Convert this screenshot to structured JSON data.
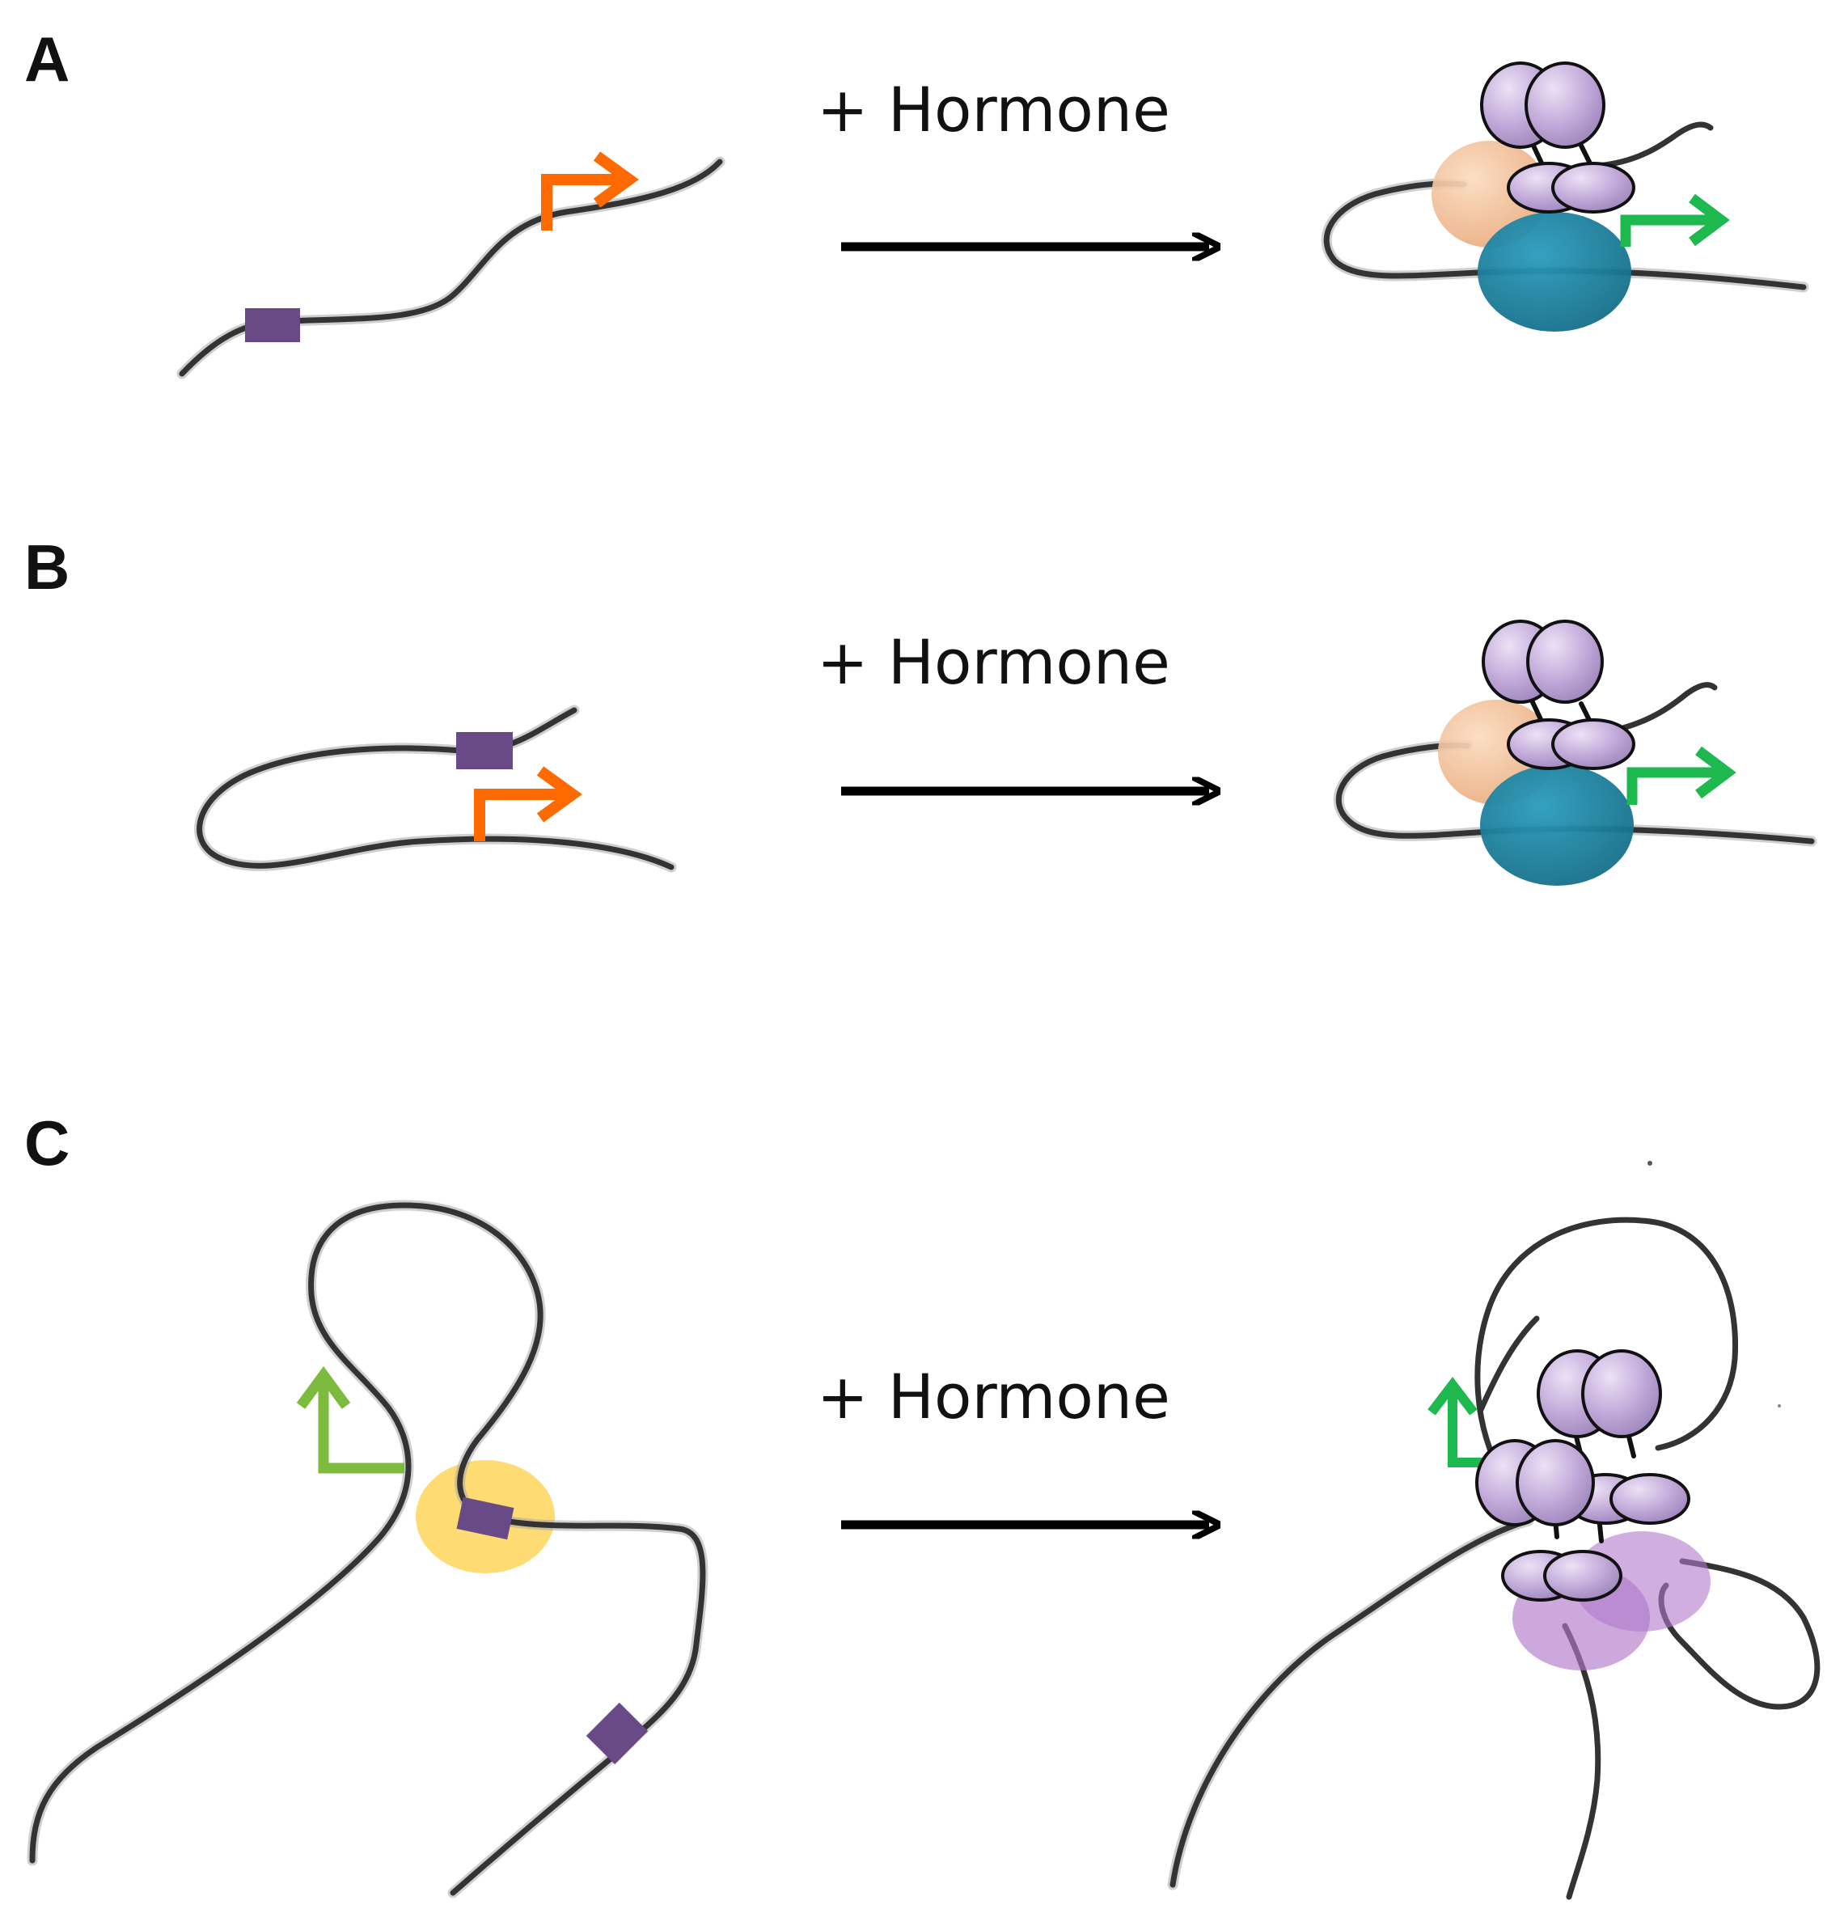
{
  "panels": [
    {
      "letter": "A",
      "label": "+ Hormone"
    },
    {
      "letter": "B",
      "label": "+ Hormone"
    },
    {
      "letter": "C",
      "label": "+ Hormone"
    }
  ],
  "colors": {
    "dna": "#333333",
    "binding_site": "#6a4a86",
    "promoter_inactive": "#ff6a00",
    "promoter_active": "#1db84e",
    "promoter_basal": "#7dbb3f",
    "receptor": "#c3acda",
    "coactivator": "#f2b98a",
    "polymerase": "#1f7f9c",
    "interaction_halo": "#ffd55a",
    "looping_factor": "#b07acb",
    "arrow": "#000000"
  }
}
